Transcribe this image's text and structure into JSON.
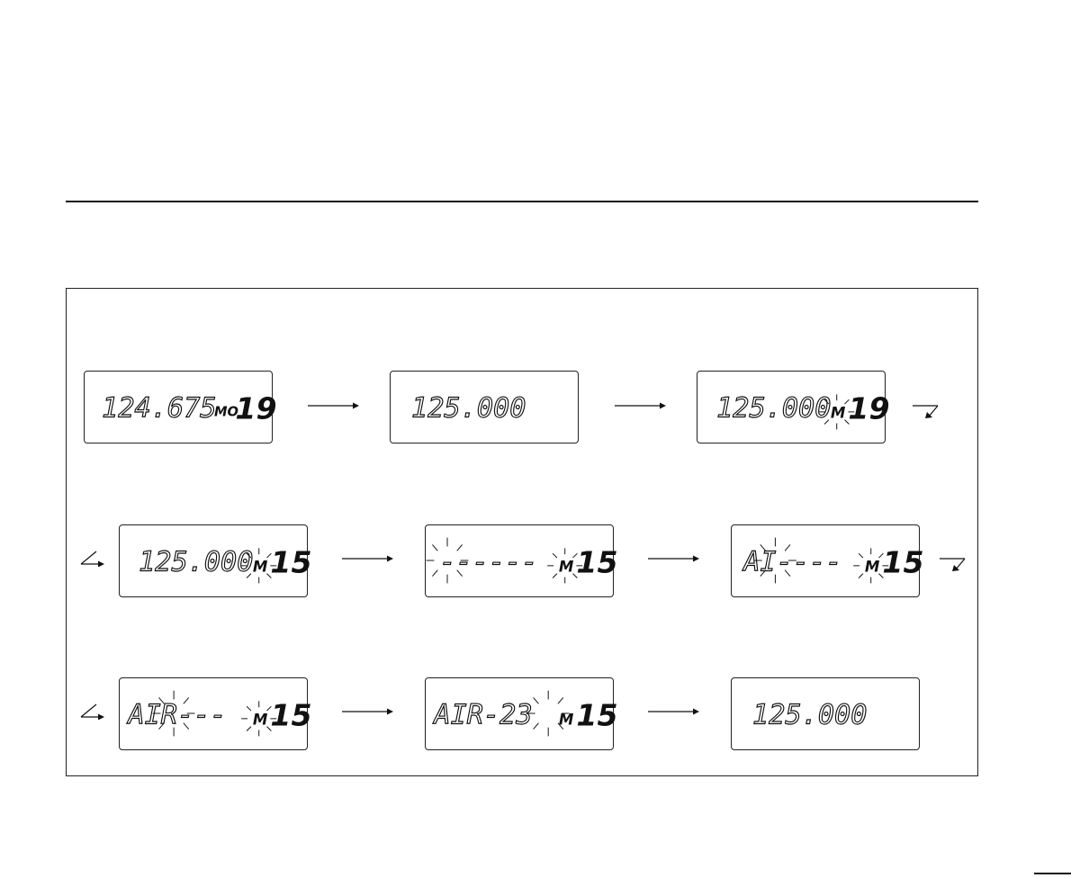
{
  "steps": [
    {
      "id": "s1",
      "freq": "124.675",
      "mode": "MO",
      "channel": "19",
      "blink_m": false
    },
    {
      "id": "s2",
      "freq": "125.000",
      "mode": "",
      "channel": "",
      "blink_m": false
    },
    {
      "id": "s3",
      "freq": "125.000",
      "mode": "M",
      "channel": "19",
      "blink_m": true
    },
    {
      "id": "s4",
      "freq": "125.000",
      "mode": "M",
      "channel": "15",
      "blink_m": true
    },
    {
      "id": "s5",
      "freq": "------",
      "mode": "M",
      "channel": "15",
      "blink_m": true
    },
    {
      "id": "s6",
      "freq": "AI----",
      "mode": "M",
      "channel": "15",
      "blink_m": true
    },
    {
      "id": "s7",
      "freq": "AIR---",
      "mode": "M",
      "channel": "15",
      "blink_m": true
    },
    {
      "id": "s8",
      "freq": "AIR-23",
      "mode": "M",
      "channel": "15",
      "blink_m": true
    },
    {
      "id": "s9",
      "freq": "125.000",
      "mode": "",
      "channel": "",
      "blink_m": false
    }
  ]
}
